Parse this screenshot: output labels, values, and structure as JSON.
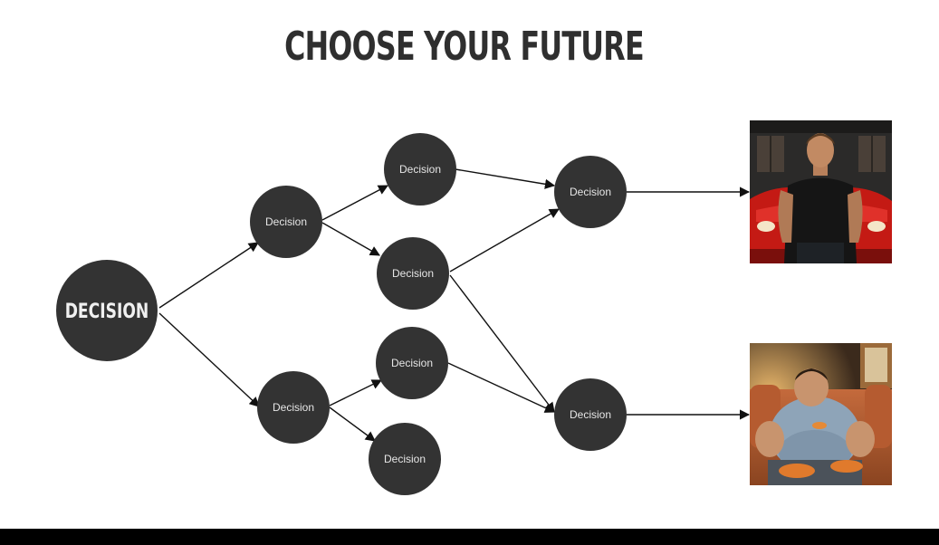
{
  "title": "CHOOSE YOUR FUTURE",
  "colors": {
    "node_fill": "#333333",
    "node_text": "#e6e6e6",
    "edge": "#111111",
    "title": "#2f2f2f"
  },
  "nodes": {
    "root": "DECISION",
    "a1": "Decision",
    "a2": "Decision",
    "b1": "Decision",
    "b2": "Decision",
    "b3": "Decision",
    "b4": "Decision",
    "c1": "Decision",
    "c2": "Decision"
  },
  "outcomes": {
    "good": "photo-fit-man-red-sports-car",
    "bad": "photo-obese-man-couch-snacks"
  }
}
